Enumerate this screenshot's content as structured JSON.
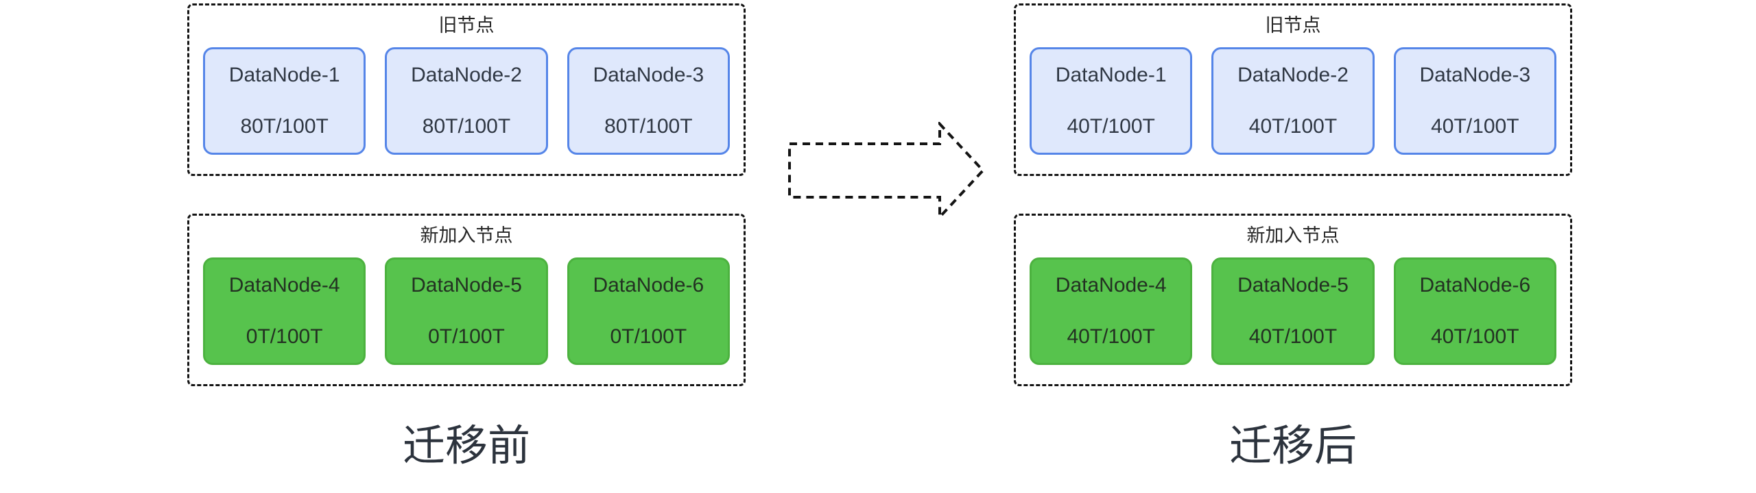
{
  "diagram": {
    "panels": [
      {
        "caption": "迁移前",
        "groups": [
          {
            "title": "旧节点",
            "type": "old",
            "nodes": [
              {
                "name": "DataNode-1",
                "usage": "80T/100T"
              },
              {
                "name": "DataNode-2",
                "usage": "80T/100T"
              },
              {
                "name": "DataNode-3",
                "usage": "80T/100T"
              }
            ]
          },
          {
            "title": "新加入节点",
            "type": "new",
            "nodes": [
              {
                "name": "DataNode-4",
                "usage": "0T/100T"
              },
              {
                "name": "DataNode-5",
                "usage": "0T/100T"
              },
              {
                "name": "DataNode-6",
                "usage": "0T/100T"
              }
            ]
          }
        ]
      },
      {
        "caption": "迁移后",
        "groups": [
          {
            "title": "旧节点",
            "type": "old",
            "nodes": [
              {
                "name": "DataNode-1",
                "usage": "40T/100T"
              },
              {
                "name": "DataNode-2",
                "usage": "40T/100T"
              },
              {
                "name": "DataNode-3",
                "usage": "40T/100T"
              }
            ]
          },
          {
            "title": "新加入节点",
            "type": "new",
            "nodes": [
              {
                "name": "DataNode-4",
                "usage": "40T/100T"
              },
              {
                "name": "DataNode-5",
                "usage": "40T/100T"
              },
              {
                "name": "DataNode-6",
                "usage": "40T/100T"
              }
            ]
          }
        ]
      }
    ],
    "arrow": "dashed-right-block-arrow"
  },
  "colors": {
    "background": "#ffffff",
    "dashed_border": "#141414",
    "old_node_fill": "#dfe8fc",
    "old_node_border": "#5585e8",
    "old_node_text": "#2f3743",
    "new_node_fill": "#57c34d",
    "new_node_border": "#4cb23f",
    "new_node_text": "#233122",
    "group_title_text": "#262626",
    "caption_text": "#2c333d"
  }
}
